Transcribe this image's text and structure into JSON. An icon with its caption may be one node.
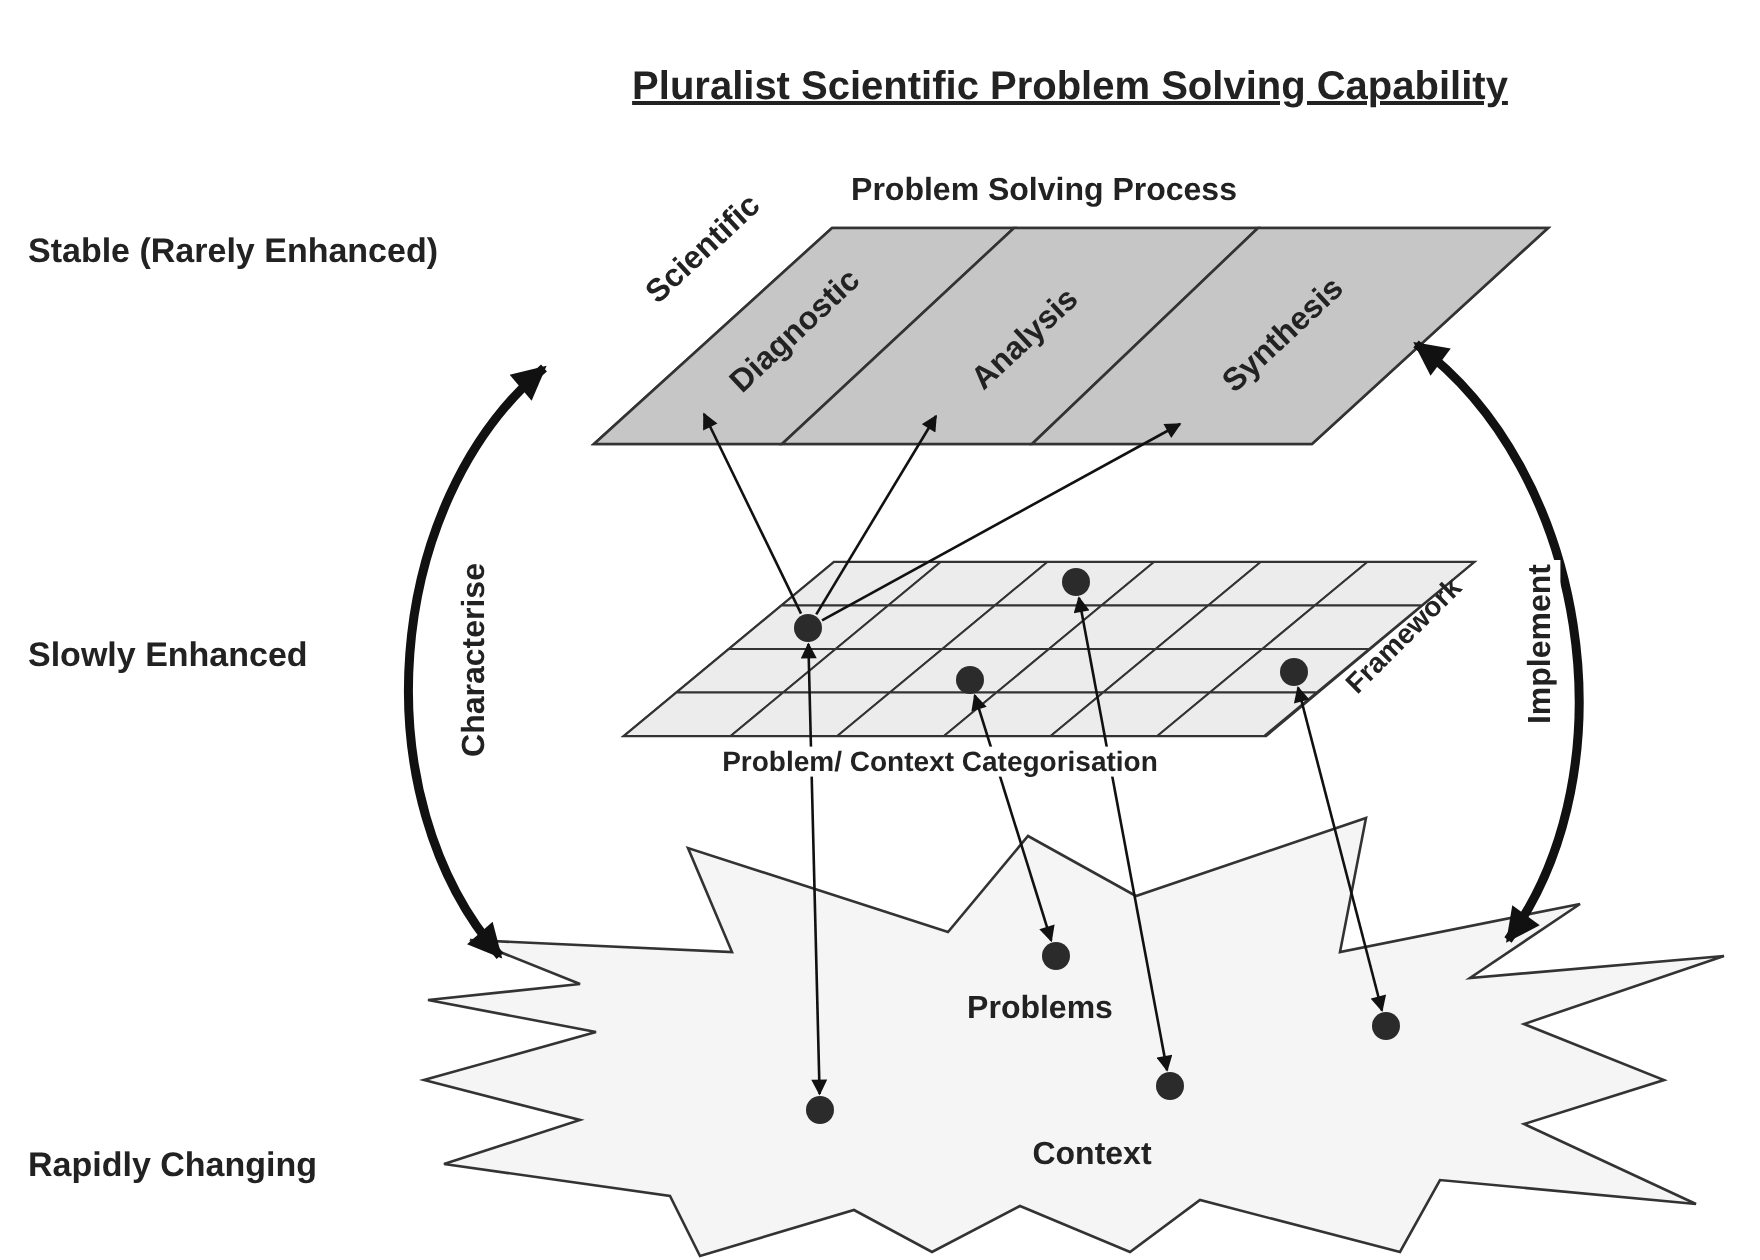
{
  "diagram": {
    "title": "Pluralist Scientific Problem Solving Capability",
    "nodes": [
      {
        "text": [
          "Scientific",
          "Problem Solving Process"
        ]
      },
      {
        "text": [
          "Diagnostic"
        ],
        "in": 0
      },
      {
        "text": [
          "Analysis"
        ],
        "in": 0
      },
      {
        "text": [
          "Synthesis"
        ],
        "in": 0
      },
      {
        "text": [
          "Problem/ Context Categorisation",
          "Framework"
        ]
      },
      {
        "text": [],
        "shape": "circle",
        "in": 4
      },
      {
        "text": [],
        "shape": "circle",
        "in": 4
      },
      {
        "text": [],
        "shape": "circle",
        "in": 4
      },
      {
        "text": [],
        "shape": "circle",
        "in": 4
      },
      {
        "text": [
          "Problems",
          "Context"
        ]
      },
      {
        "text": [],
        "shape": "circle",
        "in": 9
      },
      {
        "text": [],
        "shape": "circle",
        "in": 9
      },
      {
        "text": [],
        "shape": "circle",
        "in": 9
      },
      {
        "text": [],
        "shape": "circle",
        "in": 9
      }
    ],
    "edges": [
      {
        "from": 9,
        "to": 0,
        "arrow": "both",
        "label": "Characterise",
        "style": "thick"
      },
      {
        "from": 0,
        "to": 9,
        "arrow": "both",
        "label": "Implement",
        "style": "thick"
      },
      {
        "from": 5,
        "to": 1,
        "arrow": "to"
      },
      {
        "from": 5,
        "to": 2,
        "arrow": "to"
      },
      {
        "from": 5,
        "to": 3,
        "arrow": "to"
      },
      {
        "from": 5,
        "to": 10,
        "arrow": "both"
      },
      {
        "from": 6,
        "to": 11,
        "arrow": "both"
      },
      {
        "from": 7,
        "to": 12,
        "arrow": "both"
      },
      {
        "from": 8,
        "to": 13,
        "arrow": "both"
      }
    ],
    "labels": [
      "Stable (Rarely Enhanced)",
      "Slowly Enhanced",
      "Rapidly Changing"
    ]
  }
}
